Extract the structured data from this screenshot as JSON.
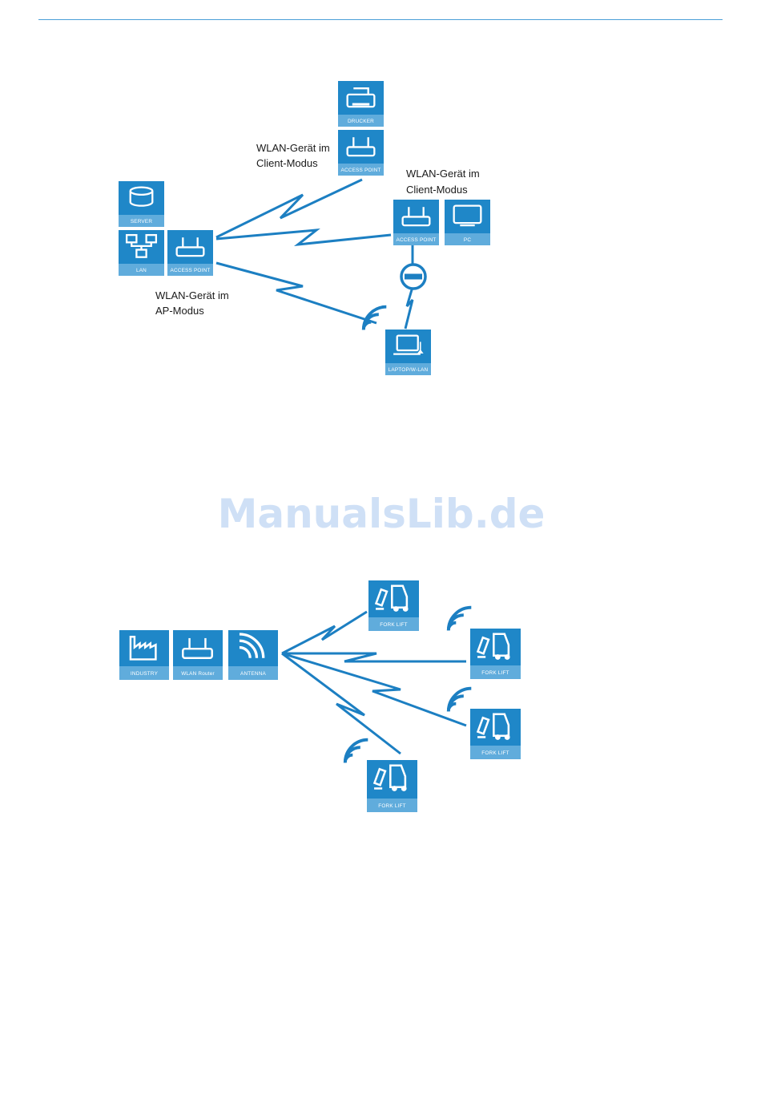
{
  "colors": {
    "tile": "#1f87c8",
    "tile_band": "#60acdc",
    "link": "#1c7fc2",
    "header_rule": "#4a9fd8",
    "watermark": "#cfe0f6"
  },
  "diagram_top": {
    "labels": {
      "client1_line1": "WLAN-Gerät im",
      "client1_line2": "Client-Modus",
      "client2_line1": "WLAN-Gerät im",
      "client2_line2": "Client-Modus",
      "ap_line1": "WLAN-Gerät im",
      "ap_line2": "AP-Modus"
    },
    "devices": {
      "drucker": "DRUCKER",
      "ap_client1": "ACCESS POINT",
      "server": "SERVER",
      "lan": "LAN",
      "ap_main": "ACCESS POINT",
      "ap_client2": "ACCESS POINT",
      "pc": "PC",
      "laptop": "LAPTOP/W-LAN"
    }
  },
  "watermark": "ManualsLib.de",
  "diagram_bottom": {
    "devices": {
      "industry": "INDUSTRY",
      "router": "WLAN Router",
      "antenna": "ANTENNA",
      "forklift1": "FORK LIFT",
      "forklift2": "FORK LIFT",
      "forklift3": "FORK LIFT",
      "forklift4": "FORK LIFT"
    }
  }
}
